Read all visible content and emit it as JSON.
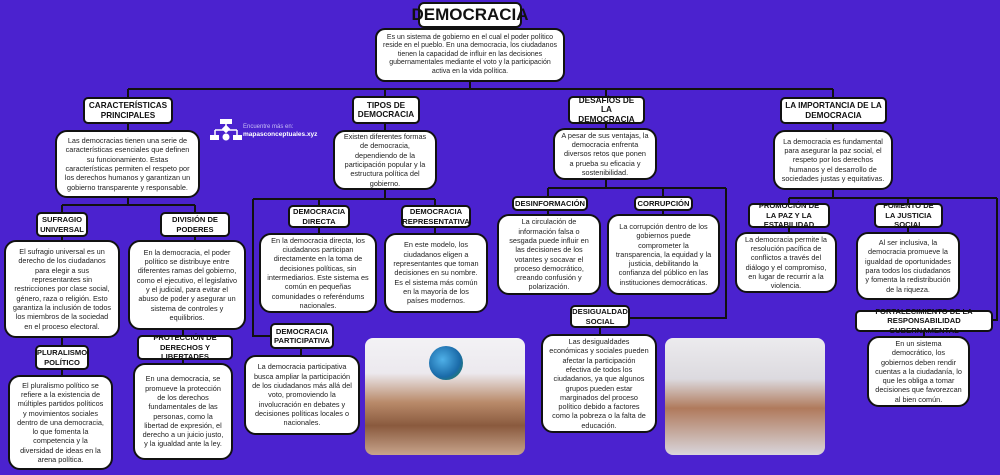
{
  "title": "DEMOCRACIA",
  "intro": "Es un sistema de gobierno en el cual el poder político reside en el pueblo. En una democracia, los ciudadanos tienen la capacidad de influir en las decisiones gubernamentales mediante el voto y la participación activa en la vida política.",
  "watermark": {
    "line1": "Encuentre más en:",
    "line2": "mapasconceptuales.xyz"
  },
  "caracteristicas": {
    "title": "CARACTERÍSTICAS PRINCIPALES",
    "desc": "Las democracias tienen una serie de características esenciales que definen su funcionamiento. Estas características permiten el respeto por los derechos humanos y garantizan un gobierno transparente y responsable.",
    "sufragio": {
      "title": "SUFRAGIO UNIVERSAL",
      "desc": "El sufragio universal es un derecho de los ciudadanos para elegir a sus representantes sin restricciones por clase social, género, raza o religión. Esto garantiza la inclusión de todos los miembros de la sociedad en el proceso electoral."
    },
    "division": {
      "title": "DIVISIÓN DE PODERES",
      "desc": "En la democracia, el poder político se distribuye entre diferentes ramas del gobierno, como el ejecutivo, el legislativo y el judicial, para evitar el abuso de poder y asegurar un sistema de controles y equilibrios."
    },
    "pluralismo": {
      "title": "PLURALISMO POLÍTICO",
      "desc": "El pluralismo político se refiere a la existencia de múltiples partidos políticos y movimientos sociales dentro de una democracia, lo que fomenta la competencia y la diversidad de ideas en la arena política."
    },
    "proteccion": {
      "title": "PROTECCIÓN DE DERECHOS Y LIBERTADES",
      "desc": "En una democracia, se promueve la protección de los derechos fundamentales de las personas, como la libertad de expresión, el derecho a un juicio justo, y la igualdad ante la ley."
    }
  },
  "tipos": {
    "title": "TIPOS DE DEMOCRACIA",
    "desc": "Existen diferentes formas de democracia, dependiendo de la participación popular y la estructura política del gobierno.",
    "directa": {
      "title": "DEMOCRACIA DIRECTA",
      "desc": "En la democracia directa, los ciudadanos participan directamente en la toma de decisiones políticas, sin intermediarios. Este sistema es común en pequeñas comunidades o referéndums nacionales."
    },
    "representativa": {
      "title": "DEMOCRACIA REPRESENTATIVA",
      "desc": "En este modelo, los ciudadanos eligen a representantes que toman decisiones en su nombre. Es el sistema más común en la mayoría de los países modernos."
    },
    "participativa": {
      "title": "DEMOCRACIA PARTICIPATIVA",
      "desc": "La democracia participativa busca ampliar la participación de los ciudadanos más allá del voto, promoviendo la involucración en debates y decisiones políticas locales o nacionales."
    }
  },
  "desafios": {
    "title": "DESAFÍOS DE LA DEMOCRACIA",
    "desc": "A pesar de sus ventajas, la democracia enfrenta diversos retos que ponen a prueba su eficacia y sostenibilidad.",
    "desinformacion": {
      "title": "DESINFORMACIÓN",
      "desc": "La circulación de información falsa o sesgada puede influir en las decisiones de los votantes y socavar el proceso democrático, creando confusión y polarización."
    },
    "corrupcion": {
      "title": "CORRUPCIÓN",
      "desc": "La corrupción dentro de los gobiernos puede comprometer la transparencia, la equidad y la justicia, debilitando la confianza del público en las instituciones democráticas."
    },
    "desigualdad": {
      "title": "DESIGUALDAD SOCIAL",
      "desc": "Las desigualdades económicas y sociales pueden afectar la participación efectiva de todos los ciudadanos, ya que algunos grupos pueden estar marginados del proceso político debido a factores como la pobreza o la falta de educación."
    }
  },
  "importancia": {
    "title": "LA IMPORTANCIA DE LA DEMOCRACIA",
    "desc": "La democracia es fundamental para asegurar la paz social, el respeto por los derechos humanos y el desarrollo de sociedades justas y equitativas.",
    "paz": {
      "title": "PROMOCIÓN DE LA PAZ Y LA ESTABILIDAD",
      "desc": "La democracia permite la resolución pacífica de conflictos a través del diálogo y el compromiso, en lugar de recurrir a la violencia."
    },
    "justicia": {
      "title": "FOMENTO DE LA JUSTICIA SOCIAL",
      "desc": "Al ser inclusiva, la democracia promueve la igualdad de oportunidades para todos los ciudadanos y fomenta la redistribución de la riqueza."
    },
    "responsabilidad": {
      "title": "FORTALECIMIENTO DE LA RESPONSABILIDAD GUBERNAMENTAL",
      "desc": "En un sistema democrático, los gobiernos deben rendir cuentas a la ciudadanía, lo que les obliga a tomar decisiones que favorezcan al bien común."
    }
  },
  "colors": {
    "background": "#4b22cf",
    "box": "#ffffff",
    "border": "#111111"
  }
}
